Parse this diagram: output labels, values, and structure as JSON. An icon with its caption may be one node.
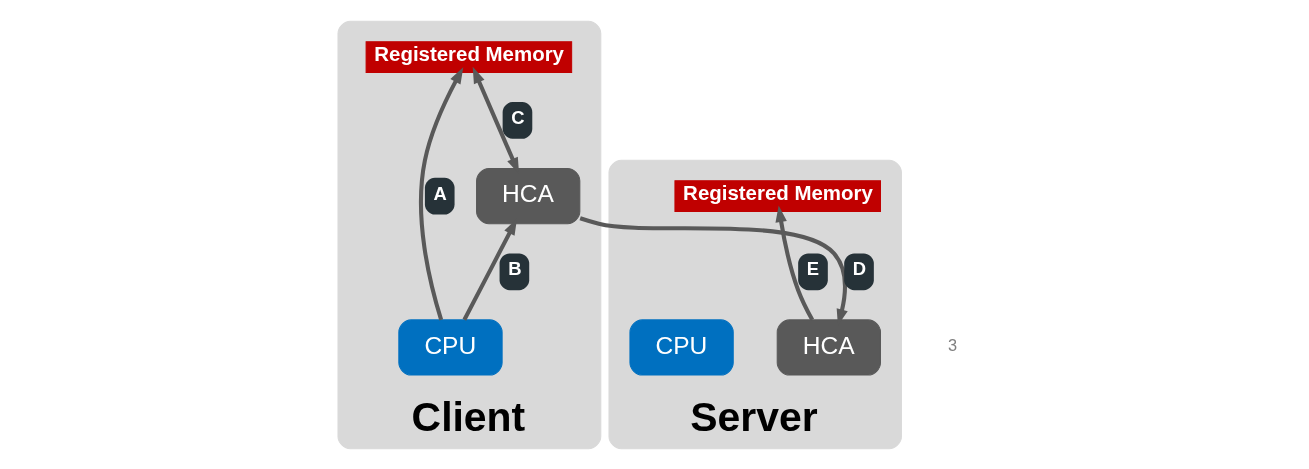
{
  "diagram": {
    "nodes": [
      {
        "text": [
          "Client"
        ]
      },
      {
        "text": [
          "Registered Memory"
        ],
        "in": 0
      },
      {
        "text": [
          "CPU"
        ],
        "in": 0
      },
      {
        "text": [
          "HCA"
        ],
        "in": 0
      },
      {
        "text": [
          "Server"
        ]
      },
      {
        "text": [
          "Registered Memory"
        ],
        "in": 4
      },
      {
        "text": [
          "HCA"
        ],
        "in": 4
      },
      {
        "text": [
          "CPU"
        ],
        "in": 4
      }
    ],
    "edges": [
      {
        "from": 2,
        "to": 1,
        "arrow": "to",
        "label": "A"
      },
      {
        "from": 2,
        "to": 3,
        "arrow": "to",
        "label": "B"
      },
      {
        "from": 3,
        "to": 1,
        "arrow": "both",
        "label": "C"
      },
      {
        "from": 3,
        "to": 6,
        "arrow": "to",
        "label": "D"
      },
      {
        "from": 6,
        "to": 5,
        "arrow": "to",
        "label": "E"
      }
    ],
    "labels": [
      "3"
    ]
  }
}
